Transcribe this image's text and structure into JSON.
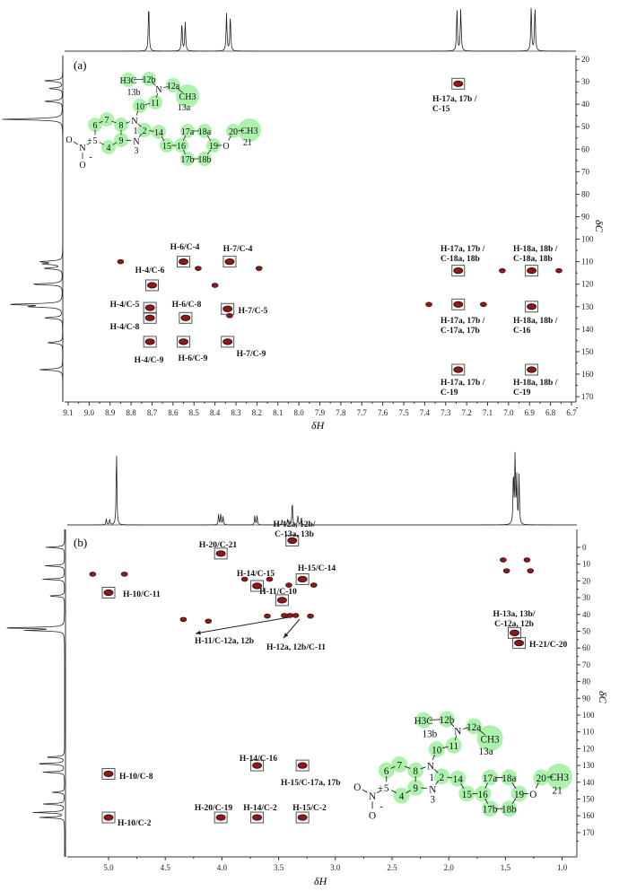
{
  "colors": {
    "peak": "#8b1a1a",
    "box": "#555555",
    "highlight": "#90ee90",
    "red_label": "#a01010",
    "line": "#333333"
  },
  "molecule": {
    "atoms": [
      "H3C",
      "12b",
      "13b",
      "N",
      "12a",
      "CH3",
      "13a",
      "10",
      "11",
      "N",
      "1",
      "7",
      "6",
      "8",
      "9",
      "5",
      "4",
      "2",
      "N",
      "3",
      "14",
      "15",
      "16",
      "17a",
      "18a",
      "19",
      "O",
      "20",
      "CH3",
      "21",
      "17b",
      "18b",
      "O",
      "N",
      "+",
      "-",
      "O"
    ]
  },
  "chart_data": [
    {
      "type": "scatter",
      "panel_label": "(a)",
      "title": "",
      "xlabel": "δH",
      "ylabel": "δC",
      "xlim": [
        9.1,
        6.7
      ],
      "ylim": [
        20,
        170
      ],
      "x_ticks": [
        "9.1",
        "9.0",
        "8.9",
        "8.8",
        "8.7",
        "8.6",
        "8.5",
        "8.4",
        "8.3",
        "8.2",
        "8.1",
        "8.0",
        "7.9",
        "7.8",
        "7.7",
        "7.6",
        "7.5",
        "7.4",
        "7.3",
        "7.2",
        "7.1",
        "7.0",
        "6.9",
        "6.8",
        "6.7"
      ],
      "y_ticks": [
        "20",
        "30",
        "40",
        "50",
        "60",
        "70",
        "80",
        "90",
        "100",
        "110",
        "120",
        "130",
        "140",
        "150",
        "160",
        "170"
      ],
      "peaks_boxed": [
        [
          8.55,
          110
        ],
        [
          8.33,
          110
        ],
        [
          8.7,
          120.5
        ],
        [
          8.71,
          130.5
        ],
        [
          8.71,
          135
        ],
        [
          8.54,
          135
        ],
        [
          8.34,
          131
        ],
        [
          8.71,
          145.6
        ],
        [
          8.55,
          145.6
        ],
        [
          8.34,
          145.6
        ],
        [
          7.24,
          30.9
        ],
        [
          7.24,
          114
        ],
        [
          6.89,
          114
        ],
        [
          7.24,
          129
        ],
        [
          6.89,
          130
        ],
        [
          7.24,
          158
        ],
        [
          6.89,
          158
        ]
      ],
      "peaks_other": [
        [
          8.85,
          110
        ],
        [
          8.48,
          113
        ],
        [
          8.19,
          113
        ],
        [
          8.4,
          120.5
        ],
        [
          7.03,
          114
        ],
        [
          6.76,
          114
        ],
        [
          7.38,
          129
        ],
        [
          7.12,
          129
        ],
        [
          8.33,
          134
        ]
      ],
      "annotations": [
        {
          "lines": [
            "H-6/C-4"
          ]
        },
        {
          "lines": [
            "H-7/C-4"
          ]
        },
        {
          "lines": [
            "H-4/C-6"
          ]
        },
        {
          "lines": [
            "H-4/C-5"
          ]
        },
        {
          "lines": [
            "H-6/C-8"
          ]
        },
        {
          "lines": [
            "H-7/C-5"
          ]
        },
        {
          "lines": [
            "H-4/C-8"
          ]
        },
        {
          "lines": [
            "H-4/C-9"
          ]
        },
        {
          "lines": [
            "H-6/C-9"
          ]
        },
        {
          "lines": [
            "H-7/C-9"
          ]
        },
        {
          "lines": [
            "H-17a, 17b /",
            "C-18a, 18b"
          ]
        },
        {
          "lines": [
            "H-18a, 18b /",
            "C-18a, 18b"
          ]
        },
        {
          "lines": [
            "H-17a, 17b /",
            "C-17a, 17b"
          ]
        },
        {
          "lines": [
            "H-18a, 18b /",
            "C-16"
          ]
        },
        {
          "lines": [
            "H-17a, 17b /",
            "C-19"
          ]
        },
        {
          "lines": [
            "H-18a, 18b /",
            "C-19"
          ]
        },
        {
          "lines": [
            "H-17a, 17b /",
            "C-15"
          ]
        }
      ],
      "proton_spectrum": [
        [
          8.716,
          1.0
        ],
        [
          8.558,
          0.6
        ],
        [
          8.542,
          0.62
        ],
        [
          8.345,
          0.8
        ],
        [
          8.327,
          0.75
        ],
        [
          7.246,
          0.9
        ],
        [
          7.228,
          0.9
        ],
        [
          6.892,
          0.95
        ],
        [
          6.874,
          0.95
        ]
      ],
      "carbon_projection": [
        [
          29.6,
          0.3
        ],
        [
          33,
          0.22
        ],
        [
          38.7,
          0.3
        ],
        [
          46.7,
          1.0
        ],
        [
          110,
          0.35
        ],
        [
          111,
          0.3
        ],
        [
          113,
          0.3
        ],
        [
          120,
          0.5
        ],
        [
          129,
          0.85
        ],
        [
          130,
          0.5
        ],
        [
          135,
          0.3
        ],
        [
          146,
          0.25
        ],
        [
          158,
          0.38
        ]
      ]
    },
    {
      "type": "scatter",
      "panel_label": "(b)",
      "title": "",
      "xlabel": "δH",
      "ylabel": "δC",
      "xlim": [
        5.36,
        0.9
      ],
      "ylim": [
        -10,
        183
      ],
      "x_ticks": [
        "5.0",
        "4.5",
        "4.0",
        "3.5",
        "3.0",
        "2.5",
        "2.0",
        "1.5",
        "1.0"
      ],
      "y_ticks": [
        "0",
        "10",
        "20",
        "30",
        "40",
        "50",
        "60",
        "70",
        "80",
        "90",
        "100",
        "110",
        "120",
        "130",
        "140",
        "150",
        "160",
        "170"
      ],
      "peaks_boxed": [
        [
          4.01,
          3.7
        ],
        [
          3.38,
          -4
        ],
        [
          3.69,
          23
        ],
        [
          3.29,
          19
        ],
        [
          3.47,
          31.5
        ],
        [
          5.0,
          27
        ],
        [
          1.42,
          51
        ],
        [
          1.38,
          57
        ],
        [
          5.0,
          135
        ],
        [
          5.0,
          161
        ],
        [
          3.69,
          130
        ],
        [
          3.29,
          130
        ],
        [
          4.01,
          161
        ],
        [
          3.69,
          161
        ],
        [
          3.29,
          161
        ]
      ],
      "peaks_other": [
        [
          3.8,
          19
        ],
        [
          3.58,
          19
        ],
        [
          3.41,
          22.5
        ],
        [
          3.19,
          22.5
        ],
        [
          3.6,
          41
        ],
        [
          3.22,
          41
        ],
        [
          3.4,
          40.6
        ],
        [
          3.35,
          40.6
        ],
        [
          3.45,
          40.6
        ],
        [
          5.14,
          16
        ],
        [
          4.86,
          16
        ],
        [
          1.52,
          7.5
        ],
        [
          1.31,
          7.5
        ],
        [
          1.49,
          14
        ],
        [
          1.28,
          14
        ],
        [
          4.34,
          43
        ],
        [
          4.12,
          44
        ]
      ],
      "annotations": [
        {
          "lines": [
            "H-12a, 12b/",
            "C-13a, 13b"
          ]
        },
        {
          "lines": [
            "H-20/C-21"
          ]
        },
        {
          "lines": [
            "H-14/C-15"
          ]
        },
        {
          "lines": [
            "H-15/C-14"
          ]
        },
        {
          "lines": [
            "H-11/C-10"
          ]
        },
        {
          "lines": [
            "H-10/C-11"
          ]
        },
        {
          "lines": [
            "H-11/C-12a, 12b"
          ]
        },
        {
          "lines": [
            "H-12a, 12b/C-11"
          ]
        },
        {
          "lines": [
            "H-13a, 13b/",
            "C-12a, 12b"
          ]
        },
        {
          "lines": [
            "H-21/C-20"
          ]
        },
        {
          "lines": [
            "H-14/C-16"
          ]
        },
        {
          "lines": [
            "H-10/C-8"
          ]
        },
        {
          "lines": [
            "H-15/C-17a, 17b"
          ]
        },
        {
          "lines": [
            "H-20/C-19"
          ]
        },
        {
          "lines": [
            "H-14/C-2"
          ]
        },
        {
          "lines": [
            "H-15/C-2"
          ]
        },
        {
          "lines": [
            "H-10/C-2"
          ]
        }
      ],
      "proton_spectrum": [
        [
          5.02,
          0.08
        ],
        [
          4.99,
          0.08
        ],
        [
          4.93,
          1.0
        ],
        [
          4.03,
          0.14
        ],
        [
          4.01,
          0.15
        ],
        [
          3.99,
          0.12
        ],
        [
          3.71,
          0.12
        ],
        [
          3.69,
          0.12
        ],
        [
          3.47,
          0.07
        ],
        [
          3.42,
          0.08
        ],
        [
          3.38,
          0.32
        ],
        [
          3.33,
          0.12
        ],
        [
          3.3,
          0.1
        ],
        [
          1.43,
          0.7
        ],
        [
          1.415,
          0.95
        ],
        [
          1.4,
          0.6
        ],
        [
          1.38,
          0.65
        ]
      ],
      "carbon_projection": [
        [
          0,
          0.3
        ],
        [
          11,
          0.32
        ],
        [
          19,
          0.35
        ],
        [
          29,
          0.25
        ],
        [
          48,
          1.0
        ],
        [
          49.5,
          0.6
        ],
        [
          125,
          0.3
        ],
        [
          129,
          0.45
        ],
        [
          134,
          0.35
        ],
        [
          146,
          0.2
        ],
        [
          153,
          0.35
        ],
        [
          158,
          0.5
        ],
        [
          161,
          0.4
        ]
      ]
    }
  ]
}
